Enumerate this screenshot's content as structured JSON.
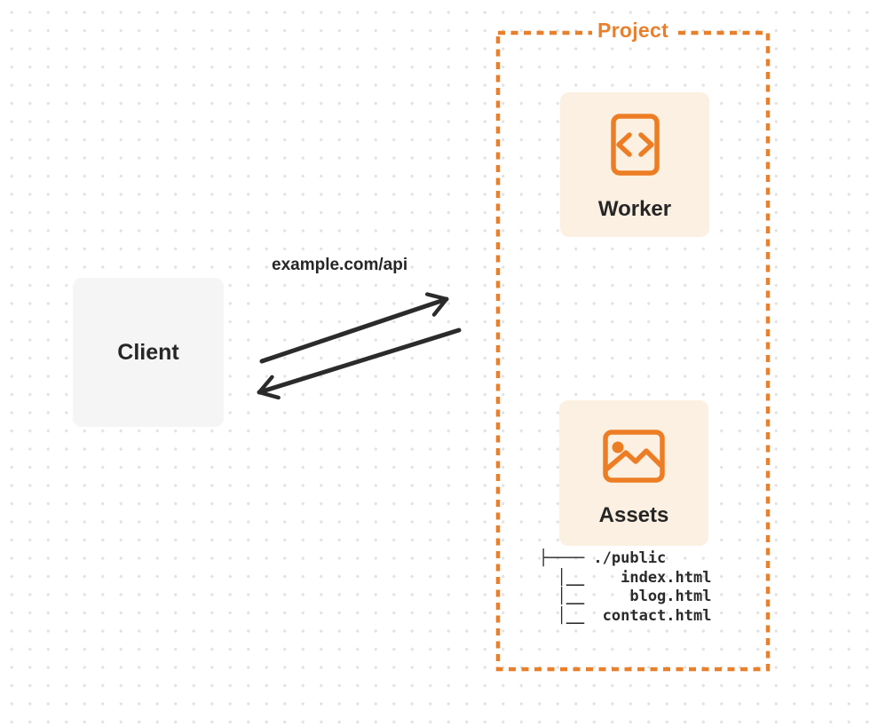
{
  "diagram": {
    "client": {
      "label": "Client"
    },
    "connection": {
      "label": "example.com/api",
      "type": "bidirectional-arrows"
    },
    "project": {
      "title": "Project",
      "nodes": [
        {
          "label": "Worker",
          "icon": "code-icon"
        },
        {
          "label": "Assets",
          "icon": "image-icon"
        }
      ],
      "file_tree": {
        "lines": [
          "├──── ./public",
          "  │__    index.html",
          "  │__     blog.html",
          "  │__  contact.html"
        ]
      }
    },
    "colors": {
      "accent_orange": "#E8802C",
      "icon_orange": "#ED7D24",
      "node_background": "#FBF0E1",
      "client_background": "#F5F5F5",
      "ink": "#2B2B2B",
      "dot_grid": "#E3E3E3"
    }
  }
}
